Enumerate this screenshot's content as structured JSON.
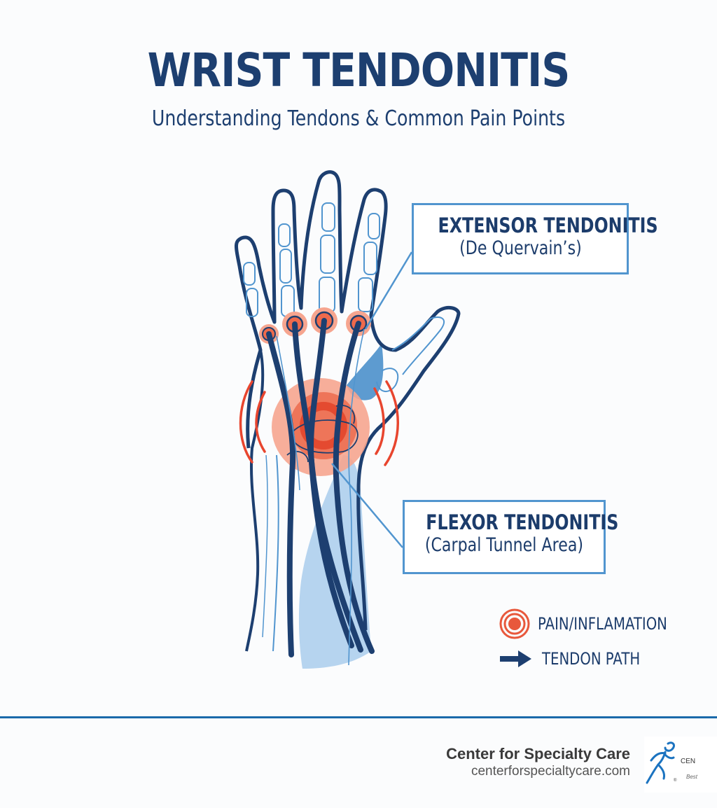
{
  "header": {
    "title": "WRIST TENDONITIS",
    "subtitle": "Understanding Tendons & Common Pain Points"
  },
  "callouts": {
    "extensor": {
      "heading": "EXTENSOR TENDONITIS",
      "detail": "(De Quervain’s)"
    },
    "flexor": {
      "heading": "FLEXOR TENDONITIS",
      "detail": "(Carpal Tunnel Area)"
    }
  },
  "legend": {
    "items": [
      {
        "icon": "target-icon",
        "label": "PAIN/INFLAMATION",
        "color": "#e8583c"
      },
      {
        "icon": "arrow-right-icon",
        "label": "TENDON PATH",
        "color": "#1d3f70"
      }
    ]
  },
  "footer": {
    "brand_name": "Center for Specialty Care",
    "brand_url": "centerforspecialtycare.com",
    "logo_abbr": "CEN",
    "logo_tagline": "Best"
  },
  "colors": {
    "navy": "#1d3f70",
    "accent_blue": "#5195cf",
    "light_blue": "#a9cdec",
    "pain_red": "#e8583c",
    "pain_light": "#f6a58f",
    "rule": "#1a6aaa"
  }
}
